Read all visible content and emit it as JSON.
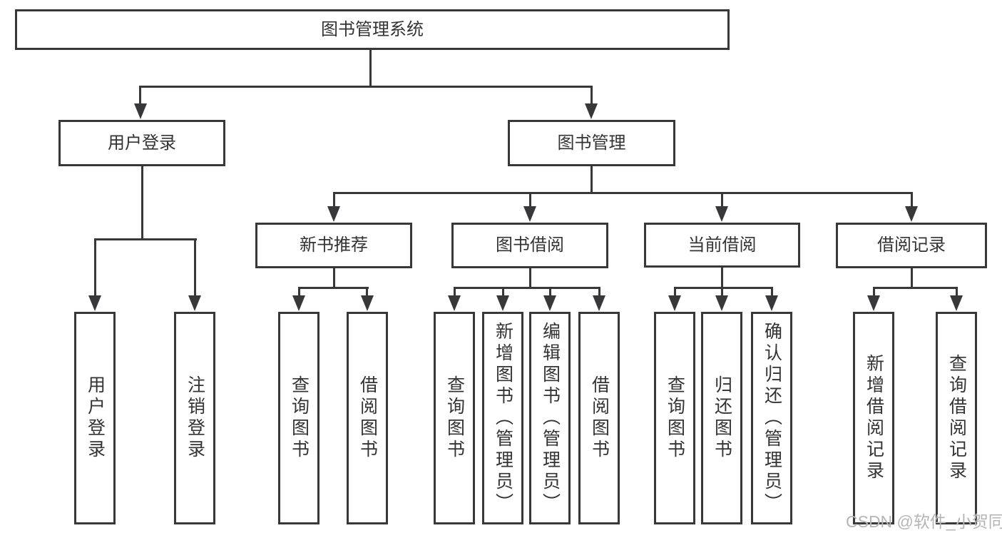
{
  "colors": {
    "line": "#38383b",
    "text": "#333333",
    "box_background": "#ffffff",
    "page_background": "#ffffff",
    "watermark": "#b5b5b5"
  },
  "watermark": "CSDN @软件_小贺同学",
  "tree": {
    "root": {
      "label": "图书管理系统"
    },
    "user_login": {
      "label": "用户登录",
      "children": [
        {
          "label": "用户登录"
        },
        {
          "label": "注销登录"
        }
      ]
    },
    "book_mgmt": {
      "label": "图书管理",
      "children": [
        {
          "label": "新书推荐",
          "children": [
            {
              "label": "查询图书"
            },
            {
              "label": "借阅图书"
            }
          ]
        },
        {
          "label": "图书借阅",
          "children": [
            {
              "label": "查询图书"
            },
            {
              "label": "新增图书（管理员）"
            },
            {
              "label": "编辑图书（管理员）"
            },
            {
              "label": "借阅图书"
            }
          ]
        },
        {
          "label": "当前借阅",
          "children": [
            {
              "label": "查询图书"
            },
            {
              "label": "归还图书"
            },
            {
              "label": "确认归还（管理员）"
            }
          ]
        },
        {
          "label": "借阅记录",
          "children": [
            {
              "label": "新增借阅记录"
            },
            {
              "label": "查询借阅记录"
            }
          ]
        }
      ]
    }
  }
}
